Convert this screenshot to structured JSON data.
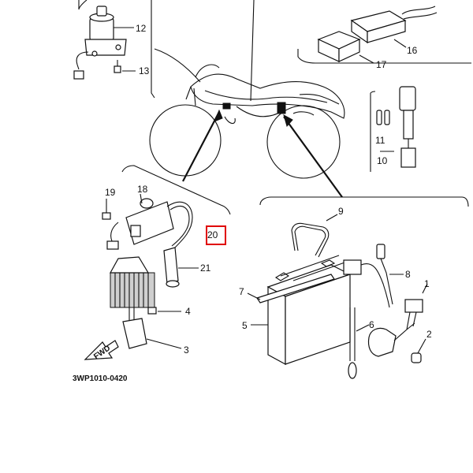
{
  "diagram": {
    "figure_code": "3WP1010-0420",
    "direction_label": "FWD",
    "highlight_color": "#e00000",
    "callouts": {
      "c1": "1",
      "c2": "2",
      "c3": "3",
      "c4": "4",
      "c5": "5",
      "c6": "6",
      "c7": "7",
      "c8": "8",
      "c9": "9",
      "c10": "10",
      "c11": "11",
      "c12": "12",
      "c13": "13",
      "c16": "16",
      "c17": "17",
      "c18": "18",
      "c19": "19",
      "c20": "20",
      "c21": "21"
    }
  }
}
